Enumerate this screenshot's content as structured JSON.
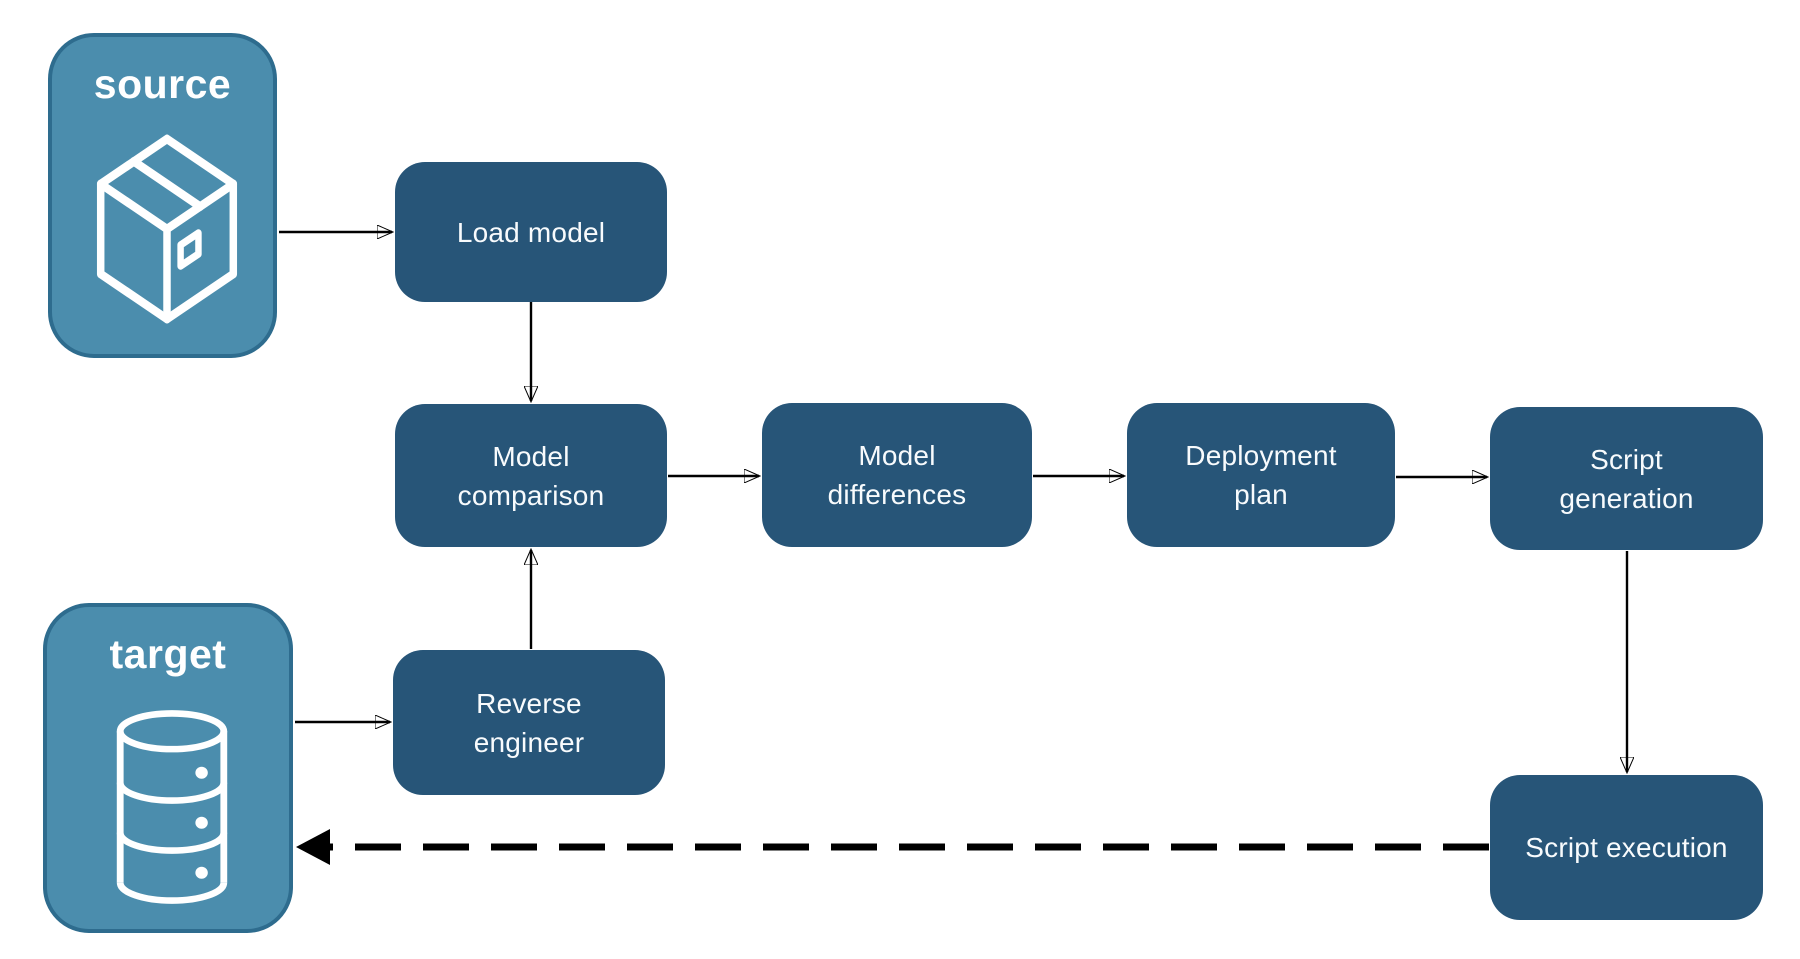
{
  "colors": {
    "background": "#ffffff",
    "node_fill": "#275578",
    "node_text": "#f8fbfd",
    "endpoint_fill": "#4b8dad",
    "endpoint_border": "#2e6c8e",
    "arrow": "#000000"
  },
  "endpoints": {
    "source": {
      "label": "source",
      "icon": "package-icon"
    },
    "target": {
      "label": "target",
      "icon": "database-icon"
    }
  },
  "nodes": {
    "load_model": {
      "label": "Load model"
    },
    "model_comparison": {
      "label": "Model comparison"
    },
    "model_differences": {
      "label": "Model differences"
    },
    "deployment_plan": {
      "label": "Deployment plan"
    },
    "script_generation": {
      "label": "Script generation"
    },
    "reverse_engineer": {
      "label": "Reverse engineer"
    },
    "script_execution": {
      "label": "Script execution"
    }
  },
  "edges": [
    {
      "from": "source",
      "to": "load_model",
      "style": "solid"
    },
    {
      "from": "load_model",
      "to": "model_comparison",
      "style": "solid"
    },
    {
      "from": "model_comparison",
      "to": "model_differences",
      "style": "solid"
    },
    {
      "from": "model_differences",
      "to": "deployment_plan",
      "style": "solid"
    },
    {
      "from": "deployment_plan",
      "to": "script_generation",
      "style": "solid"
    },
    {
      "from": "script_generation",
      "to": "script_execution",
      "style": "solid"
    },
    {
      "from": "target",
      "to": "reverse_engineer",
      "style": "solid"
    },
    {
      "from": "reverse_engineer",
      "to": "model_comparison",
      "style": "solid"
    },
    {
      "from": "script_execution",
      "to": "target",
      "style": "dashed"
    }
  ]
}
